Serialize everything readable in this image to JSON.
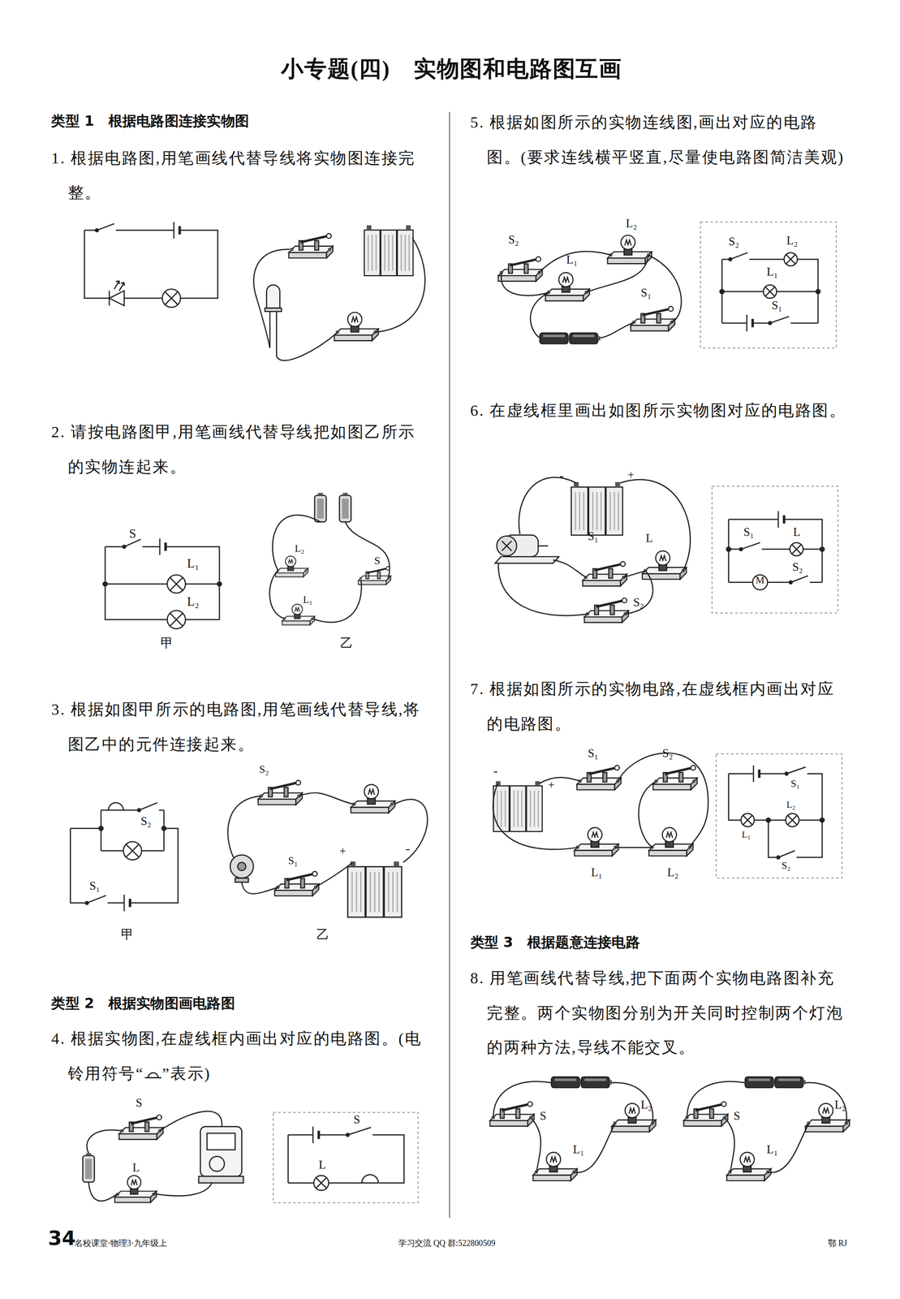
{
  "diagram": {
    "title": "小专题(四)　实物图和电路图互画",
    "labels": [
      "类型 1　根据电路图连接实物图",
      "1. 根据电路图,用笔画线代替导线将实物图连接完整。",
      "2. 请按电路图甲,用笔画线代替导线把如图乙所示的实物连起来。",
      "S",
      "L₁",
      "L₂",
      "甲",
      "L₂",
      "S",
      "L₁",
      "乙",
      "3. 根据如图甲所示的电路图,用笔画线代替导线,将图乙中的元件连接起来。",
      "S₂",
      "S₁",
      "甲",
      "S₂",
      "S₁",
      "+",
      "-",
      "乙",
      "类型 2　根据实物图画电路图",
      "4. 根据实物图,在虚线框内画出对应的电路图。(电铃用符号“",
      "”表示)",
      "S",
      "L",
      "S",
      "L",
      "5. 根据如图所示的实物连线图,画出对应的电路图。(要求连线横平竖直,尽量使电路图简洁美观)",
      "S₂",
      "L₂",
      "L₁",
      "S₁",
      "S₂",
      "L₂",
      "L₁",
      "S₁",
      "6. 在虚线框里画出如图所示实物图对应的电路图。",
      "-",
      "+",
      "S₁",
      "L",
      "S₂",
      "S₁",
      "L",
      "M",
      "S₂",
      "7. 根据如图所示的实物电路,在虚线框内画出对应的电路图。",
      "-",
      "+",
      "S₁",
      "S₂",
      "L₁",
      "L₂",
      "S₁",
      "L₂",
      "L₁",
      "S₂",
      "类型 3　根据题意连接电路",
      "8. 用笔画线代替导线,把下面两个实物电路图补充完整。两个实物图分别为开关同时控制两个灯泡的两种方法,导线不能交叉。",
      "S",
      "L₂",
      "L₁",
      "S",
      "L₂",
      "L₁",
      "34",
      "名校课堂·物理3·九年级上",
      "学习交流 QQ 群:522800509",
      "鄂 RJ"
    ]
  }
}
